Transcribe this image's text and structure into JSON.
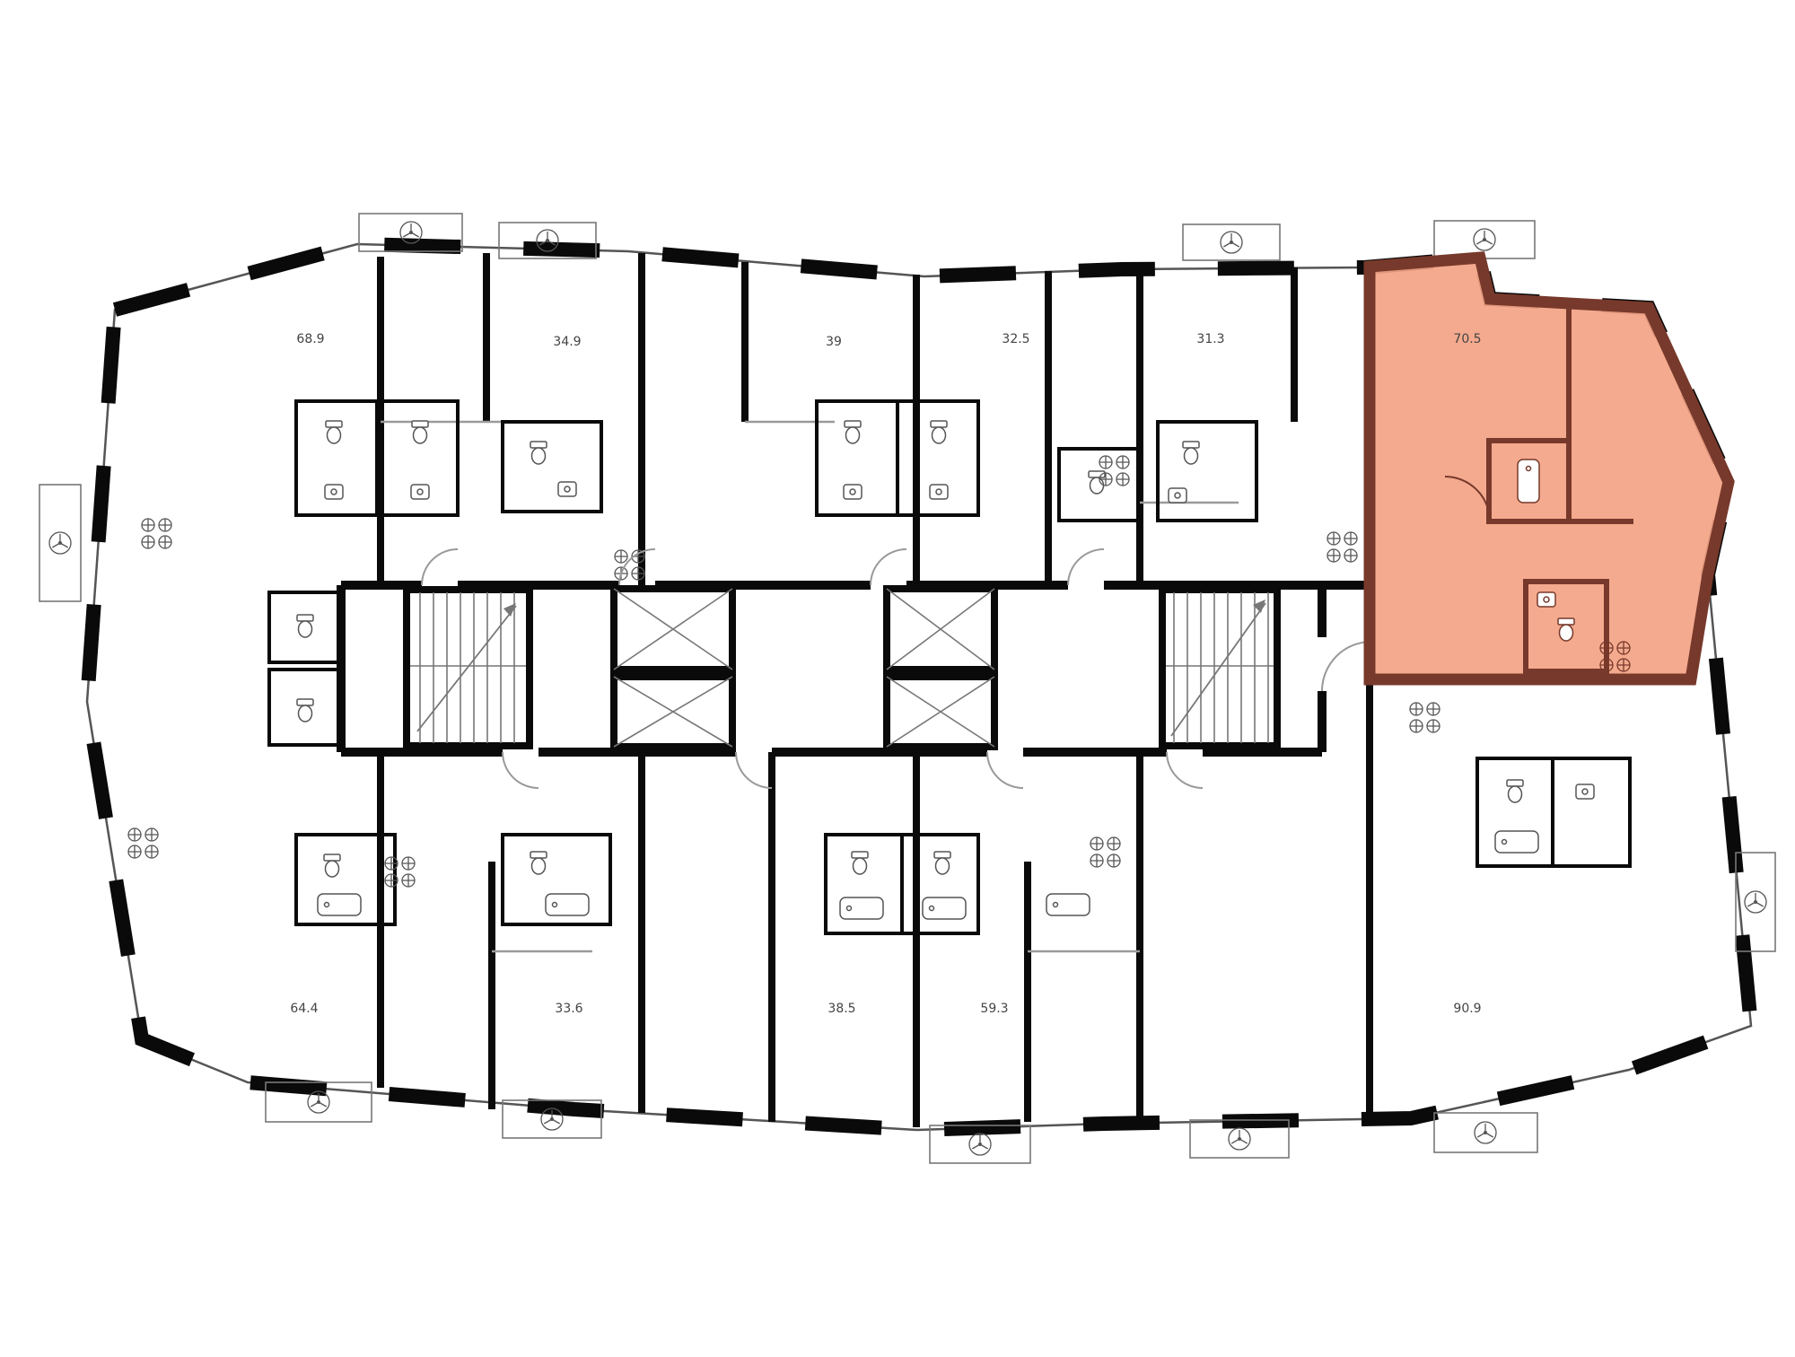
{
  "plan": {
    "background": "#ffffff",
    "wall_color": "#0a0a0a",
    "label_color": "#444444",
    "highlight": {
      "fill": "#F3A384",
      "wall": "#77392B",
      "apartment_area": "70.5"
    },
    "apartments": [
      {
        "area": "68.9",
        "highlighted": false
      },
      {
        "area": "34.9",
        "highlighted": false
      },
      {
        "area": "39",
        "highlighted": false
      },
      {
        "area": "32.5",
        "highlighted": false
      },
      {
        "area": "31.3",
        "highlighted": false
      },
      {
        "area": "70.5",
        "highlighted": true
      },
      {
        "area": "64.4",
        "highlighted": false
      },
      {
        "area": "33.6",
        "highlighted": false
      },
      {
        "area": "38.5",
        "highlighted": false
      },
      {
        "area": "59.3",
        "highlighted": false
      },
      {
        "area": "90.9",
        "highlighted": false
      }
    ],
    "icons": {
      "stove-icon": "4-burner hob",
      "fan-icon": "ventilation fan",
      "toilet-icon": "toilet",
      "sink-icon": "sink",
      "bathtub-icon": "bathtub",
      "elevator-icon": "elevator shaft",
      "stairs-icon": "staircase"
    }
  }
}
